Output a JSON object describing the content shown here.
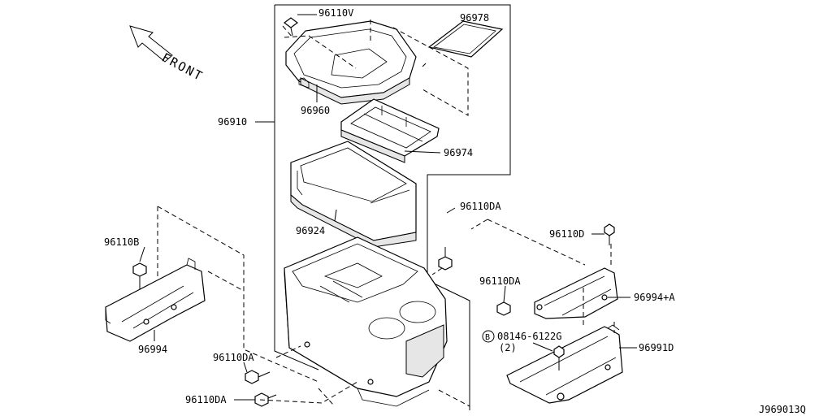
{
  "direction": {
    "label": "FRONT"
  },
  "reference_code": "J969013Q",
  "callouts": {
    "p96110V": "96110V",
    "p96978": "96978",
    "p96960": "96960",
    "p96910": "96910",
    "p96974": "96974",
    "p96924": "96924",
    "p96110DA_top": "96110DA",
    "p96110D": "96110D",
    "p96110B": "96110B",
    "p96110DA_mid": "96110DA",
    "p96994A": "96994+A",
    "p08146": "08146-6122G",
    "p08146_qty": "(2)",
    "p08146_marker": "B",
    "p96991D": "96991D",
    "p96994": "96994",
    "p96110DA_low": "96110DA",
    "p96110DA_bottom": "96110DA"
  }
}
